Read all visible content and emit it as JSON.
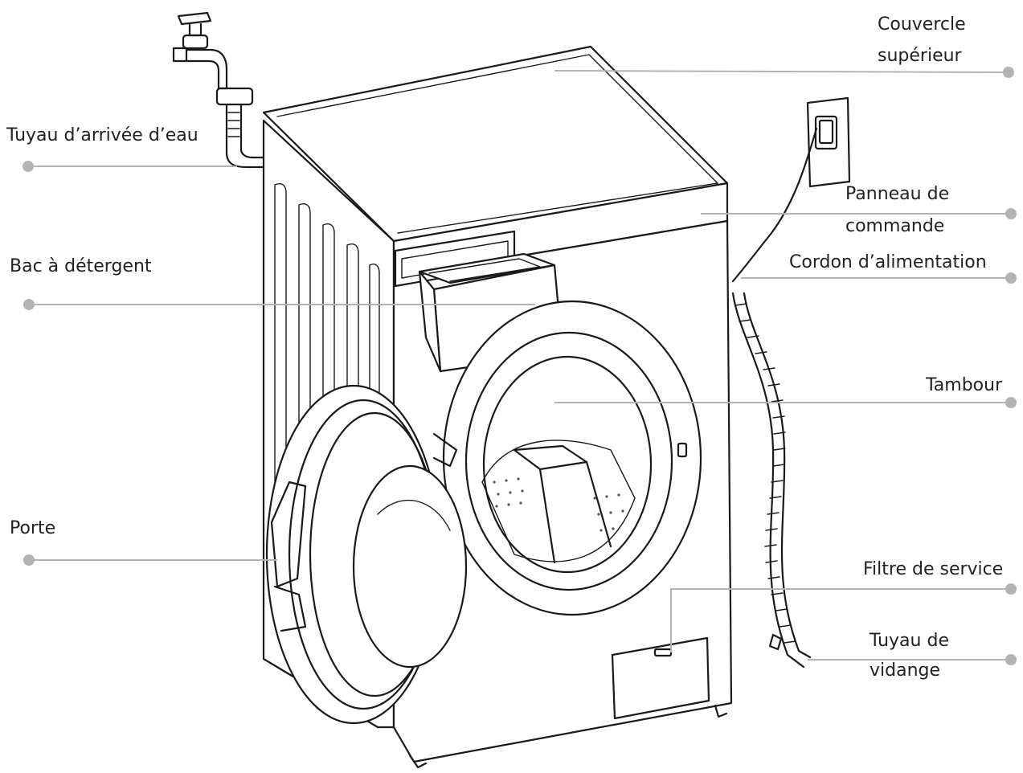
{
  "labels": {
    "couvercle_1": "Couvercle",
    "couvercle_2": "supérieur",
    "tuyau_arrivee": "Tuyau d’arrivée d’eau",
    "panneau_1": "Panneau de",
    "panneau_2": "commande",
    "cordon": "Cordon d’alimentation",
    "bac": "Bac à détergent",
    "tambour": "Tambour",
    "porte": "Porte",
    "filtre": "Filtre de service",
    "vidange_1": "Tuyau de",
    "vidange_2": "vidange"
  },
  "colors": {
    "ink": "#1a1a1a",
    "leader": "#b3b3b3",
    "text": "#222222"
  }
}
